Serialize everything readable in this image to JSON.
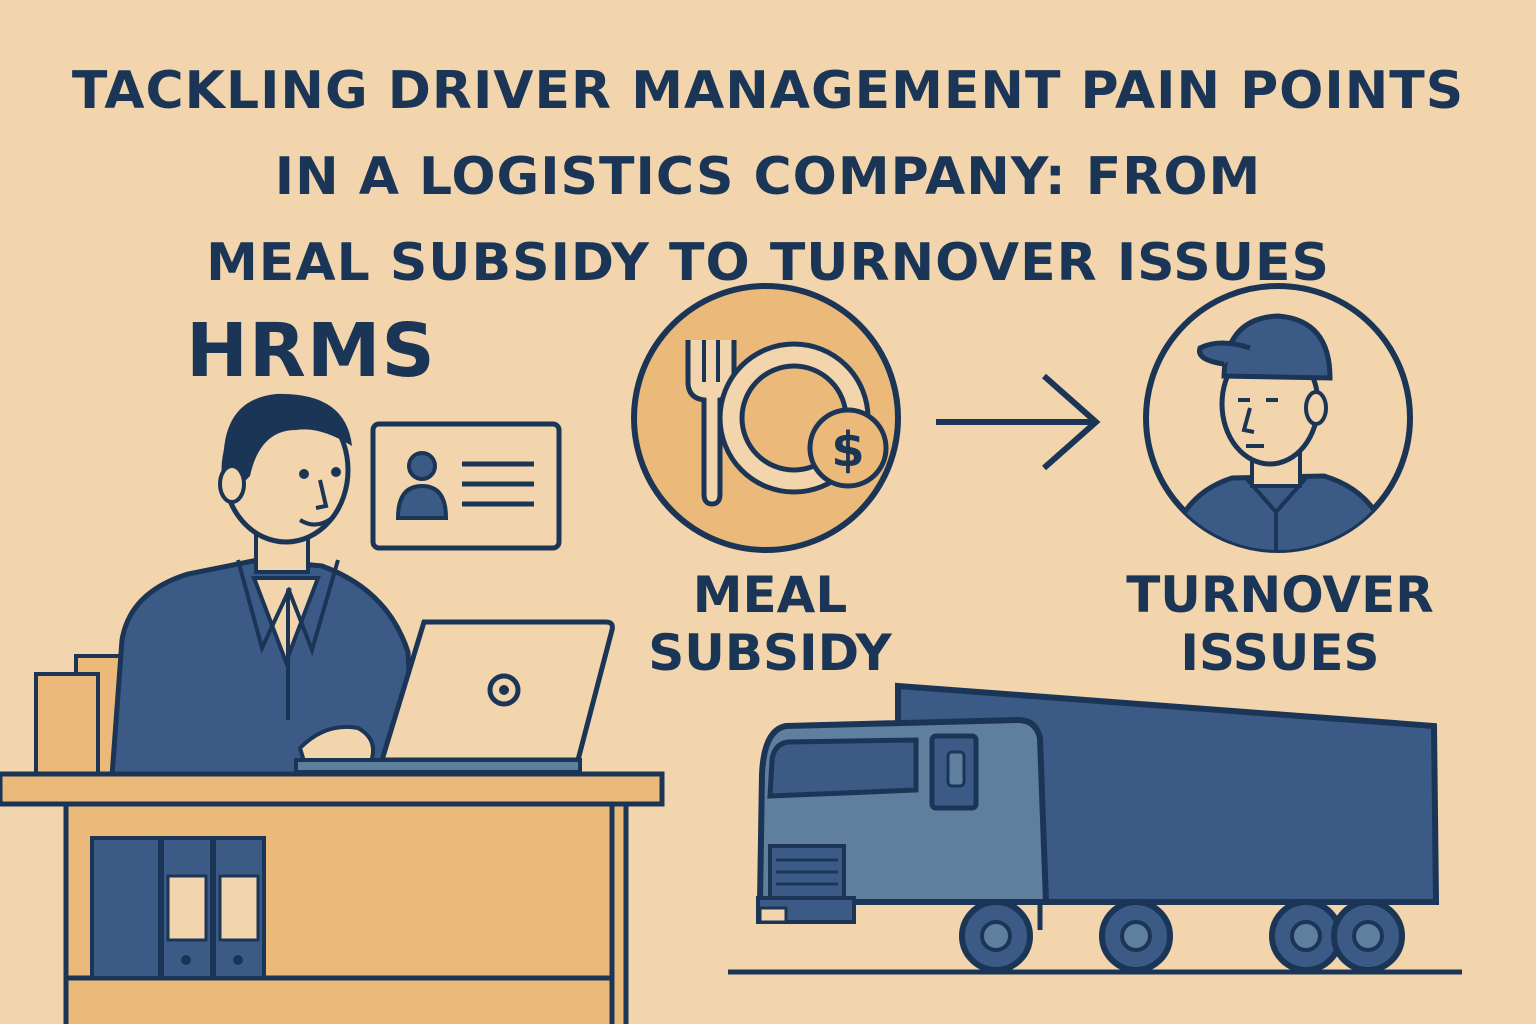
{
  "title": {
    "line1": "TACKLING DRIVER MANAGEMENT PAIN POINTS",
    "line2": "IN A LOGISTICS COMPANY: FROM",
    "line3": "MEAL SUBSIDY TO TURNOVER ISSUES"
  },
  "hrms_label": "HRMS",
  "meal": {
    "line1": "MEAL",
    "line2": "SUBSIDY",
    "icon": "meal-plate-fork-dollar-icon",
    "currency_symbol": "$"
  },
  "turnover": {
    "line1": "TURNOVER",
    "line2": "ISSUES",
    "icon": "driver-cap-icon"
  },
  "colors": {
    "background": "#f2d5ac",
    "navy": "#1b3557",
    "blue": "#3c5a86",
    "light_blue": "#5f7f9f",
    "tan": "#ebb97a"
  }
}
